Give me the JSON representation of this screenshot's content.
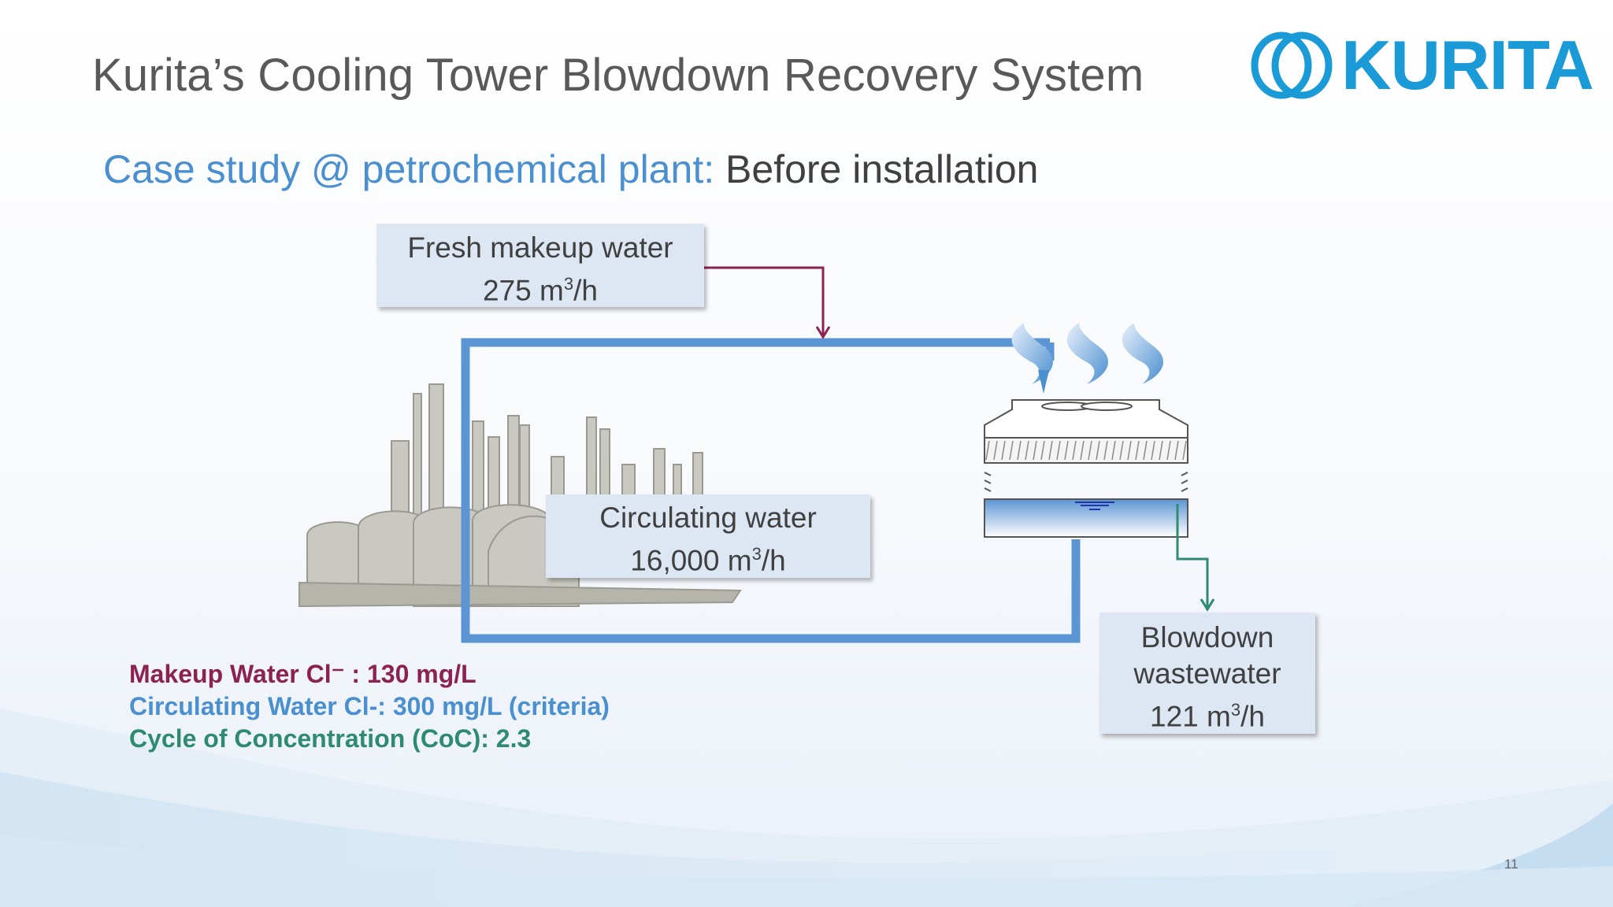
{
  "slide": {
    "title": "Kurita’s Cooling Tower Blowdown Recovery System",
    "logo_text": "KURITA",
    "subtitle_lead": "Case study @ petrochemical plant:",
    "subtitle_rest": " Before installation",
    "page_number": "11"
  },
  "diagram": {
    "fresh_makeup": {
      "label": "Fresh makeup water",
      "value": "275 m",
      "unit_sup": "3",
      "unit_tail": "/h"
    },
    "circulating": {
      "label": "Circulating water",
      "value": "16,000 m",
      "unit_sup": "3",
      "unit_tail": "/h"
    },
    "blowdown": {
      "label_1": "Blowdown",
      "label_2": "wastewater",
      "value": "121 m",
      "unit_sup": "3",
      "unit_tail": "/h"
    }
  },
  "stats": {
    "makeup_cl": "Makeup Water Cl⁻ : 130 mg/L",
    "circulating_cl": "Circulating Water Cl-: 300 mg/L (criteria)",
    "coc": "Cycle of Concentration (CoC): 2.3"
  },
  "colors": {
    "loop_blue": "#5b95d3",
    "makeup_arrow": "#8b2252",
    "blowdown_arrow": "#2e8b70",
    "subtitle_blue": "#4a8fd0",
    "logo_blue": "#1a9ad6"
  }
}
